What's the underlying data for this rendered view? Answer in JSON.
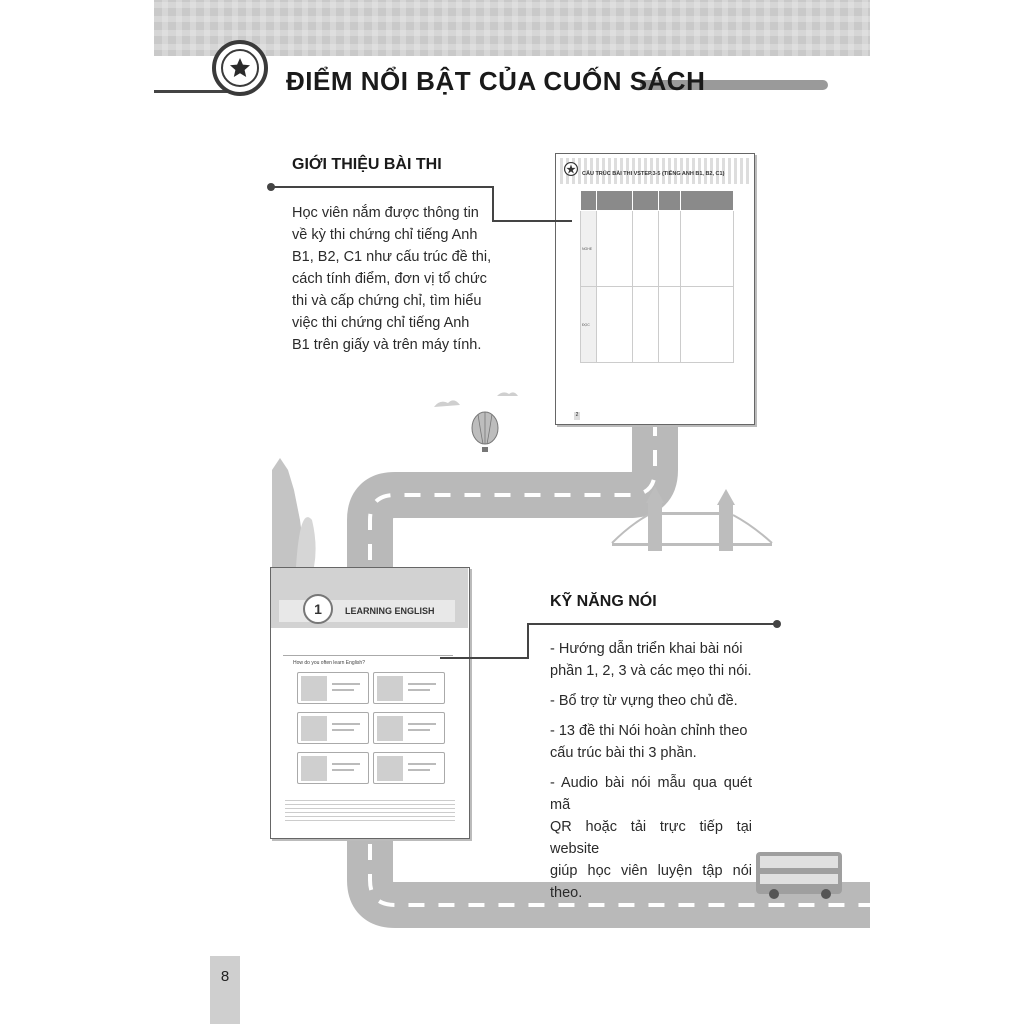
{
  "header": {
    "title": "ĐIỂM NỔI BẬT CỦA CUỐN SÁCH"
  },
  "section_intro": {
    "heading": "GIỚI THIỆU BÀI THI",
    "lines": [
      "Học viên nắm được thông tin",
      "về kỳ thi chứng chỉ tiếng Anh",
      "B1, B2, C1 như cấu trúc đề thi,",
      "cách tính điểm, đơn vị tổ chức",
      "thi và cấp chứng chỉ, tìm hiểu",
      "việc thi chứng chỉ tiếng Anh",
      "B1 trên giấy và trên máy tính."
    ]
  },
  "section_speaking": {
    "heading": "KỸ NĂNG NÓI",
    "bullets": [
      [
        "-  Hướng dẫn triển khai bài nói",
        "phần 1, 2, 3 và các mẹo thi nói."
      ],
      [
        "-  Bổ trợ từ vựng theo chủ đề."
      ],
      [
        "-  13 đề thi Nói hoàn chỉnh theo",
        "cấu trúc bài thi 3 phần."
      ],
      [
        "- Audio bài nói mẫu qua quét mã",
        "QR hoặc tải trực tiếp tại website",
        "giúp học viên luyện tập nói theo."
      ]
    ]
  },
  "thumb_exam": {
    "caption": "CẤU TRÚC BÀI THI VSTEP.3-5 (TIẾNG ANH B1, B2, C1)",
    "rows": [
      "NGHE",
      "ĐỌC"
    ],
    "page": "2"
  },
  "thumb_speaking": {
    "unit_number": "1",
    "unit_title": "LEARNING ENGLISH",
    "question": "How do you often learn English?"
  },
  "page_number": "8"
}
